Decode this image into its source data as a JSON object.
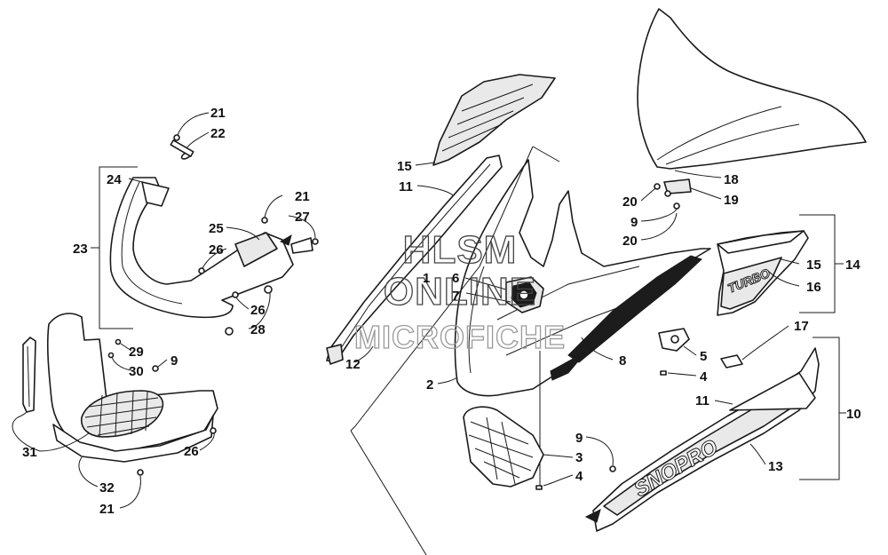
{
  "watermark": {
    "line1": "HLSM",
    "line2": "ONLINE",
    "line3": "MICROFICHE"
  },
  "decals": {
    "side_panel": "TURBO",
    "lower_panel": "SNOPRO"
  },
  "callouts": {
    "c21a": "21",
    "c22": "22",
    "c24": "24",
    "c23": "23",
    "c25": "25",
    "c26a": "26",
    "c21b": "21",
    "c27": "27",
    "c26b": "26",
    "c28": "28",
    "c29": "29",
    "c30": "30",
    "c9a": "9",
    "c31": "31",
    "c26c": "26",
    "c32": "32",
    "c21c": "21",
    "c15a": "15",
    "c11a": "11",
    "c1": "1",
    "c6": "6",
    "c7": "7",
    "c12": "12",
    "c2": "2",
    "c8": "8",
    "c3": "3",
    "c4a": "4",
    "c9b": "9",
    "c18": "18",
    "c19": "19",
    "c20a": "20",
    "c9c": "9",
    "c20b": "20",
    "c15b": "15",
    "c14": "14",
    "c16": "16",
    "c5": "5",
    "c4b": "4",
    "c17": "17",
    "c11b": "11",
    "c10": "10",
    "c13": "13"
  }
}
